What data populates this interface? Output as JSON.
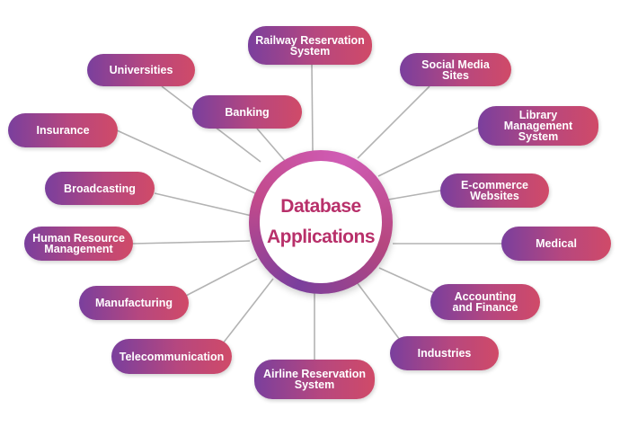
{
  "center": {
    "line1": "Database",
    "line2": "Applications"
  },
  "nodes": [
    {
      "id": "railway",
      "label": "Railway Reservation\nSystem"
    },
    {
      "id": "universities",
      "label": "Universities"
    },
    {
      "id": "social",
      "label": "Social Media\nSites"
    },
    {
      "id": "banking",
      "label": "Banking"
    },
    {
      "id": "library",
      "label": "Library\nManagement\nSystem"
    },
    {
      "id": "insurance",
      "label": "Insurance"
    },
    {
      "id": "broadcasting",
      "label": "Broadcasting"
    },
    {
      "id": "ecommerce",
      "label": "E-commerce\nWebsites"
    },
    {
      "id": "hr",
      "label": "Human Resource\nManagement"
    },
    {
      "id": "medical",
      "label": "Medical"
    },
    {
      "id": "manufacturing",
      "label": "Manufacturing"
    },
    {
      "id": "accounting",
      "label": "Accounting\nand Finance"
    },
    {
      "id": "telecom",
      "label": "Telecommunication"
    },
    {
      "id": "industries",
      "label": "Industries"
    },
    {
      "id": "airline",
      "label": "Airline Reservation\nSystem"
    }
  ],
  "colors": {
    "pill_start": "#7a3f9d",
    "pill_end": "#d04a68",
    "hub_text": "#b8306a",
    "connector": "#b3b3b3"
  }
}
